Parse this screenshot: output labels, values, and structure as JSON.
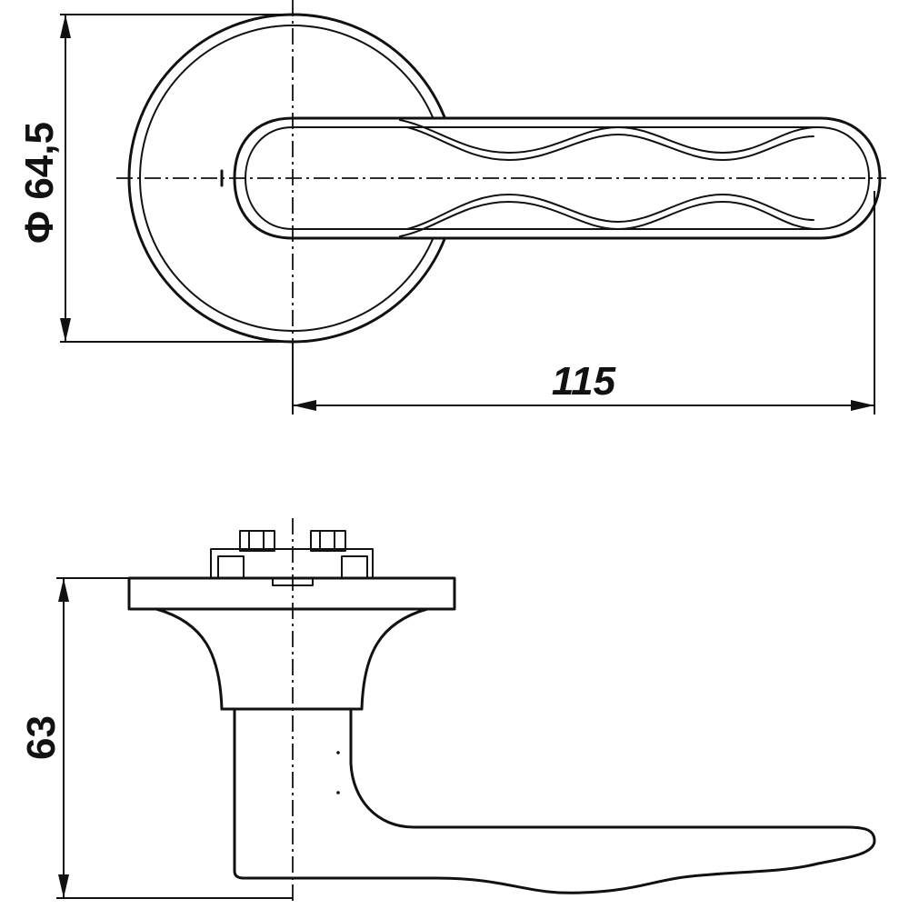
{
  "top_view": {
    "diameter_label": "Φ 64,5",
    "length_label": "115"
  },
  "side_view": {
    "height_label": "63"
  }
}
